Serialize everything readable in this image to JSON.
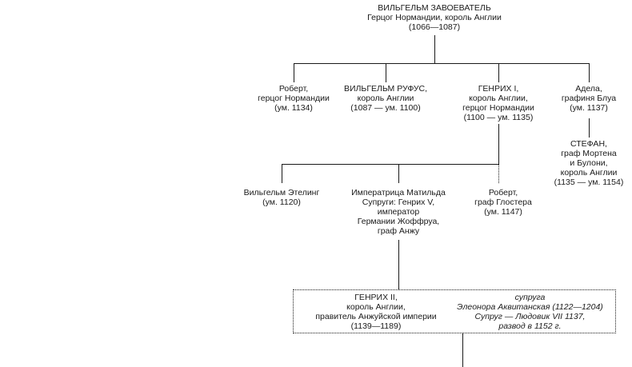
{
  "william": {
    "name": "ВИЛЬГЕЛЬМ ЗАВОЕВАТЕЛЬ",
    "title": "Герцог Нормандии, король Англии",
    "dates": "(1066—1087)"
  },
  "robert_normandy": {
    "line1": "Роберт,",
    "line2": "герцог Нормандии",
    "line3": "(ум. 1134)"
  },
  "william_rufus": {
    "line1": "ВИЛЬГЕЛЬМ РУФУС,",
    "line2": "король Англии",
    "line3": "(1087 — ум. 1100)"
  },
  "henry1": {
    "line1": "ГЕНРИХ I,",
    "line2": "король Англии,",
    "line3": "герцог Нормандии",
    "line4": "(1100 — ум. 1135)"
  },
  "adela": {
    "line1": "Адела,",
    "line2": "графиня Блуа",
    "line3": "(ум. 1137)"
  },
  "stephen": {
    "line1": "СТЕФАН,",
    "line2": "граф Мортена",
    "line3": "и Булони,",
    "line4": "король Англии",
    "line5": "(1135 — ум. 1154)"
  },
  "william_atheling": {
    "line1": "Вильгельм Этелинг",
    "line2": "(ум. 1120)"
  },
  "matilda": {
    "line1": "Императрица Матильда",
    "line2": "Супруги: Генрих V,",
    "line3": "император",
    "line4": "Германии Жоффруа,",
    "line5": "граф Анжу"
  },
  "robert_gloucester": {
    "line1": "Роберт,",
    "line2": "граф Глостера",
    "line3": "(ум. 1147)"
  },
  "henry2": {
    "line1": "ГЕНРИХ II,",
    "line2": "король Англии,",
    "line3": "правитель Анжуйской империи",
    "line4": "(1139—1189)"
  },
  "eleanor": {
    "line1": "супруга",
    "line2": "Элеонора Аквитанская (1122—1204)",
    "line3": "Супруг — Людовик VII 1137,",
    "line4": "развод в 1152 г."
  }
}
